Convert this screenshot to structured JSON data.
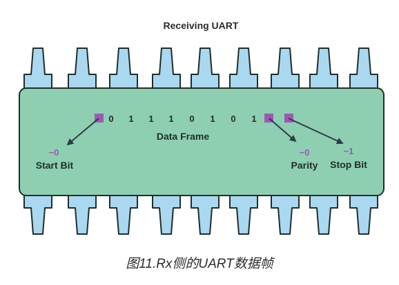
{
  "title": "Receiving UART",
  "frame_bits": [
    "0",
    "1",
    "1",
    "1",
    "0",
    "1",
    "0",
    "1"
  ],
  "data_frame_label": "Data Frame",
  "start_bit": {
    "label": "Start Bit",
    "value": "−0"
  },
  "parity_bit": {
    "label": "Parity",
    "value": "−0"
  },
  "stop_bit": {
    "label": "Stop Bit",
    "value": "−1"
  },
  "caption": "图11.Rx侧的UART数据帧",
  "colors": {
    "chip_body": "#8ecfb2",
    "pins": "#a9d8f0",
    "outline": "#1f2d2a",
    "marker": "#9b59b6",
    "arrow": "#2e3b48"
  }
}
